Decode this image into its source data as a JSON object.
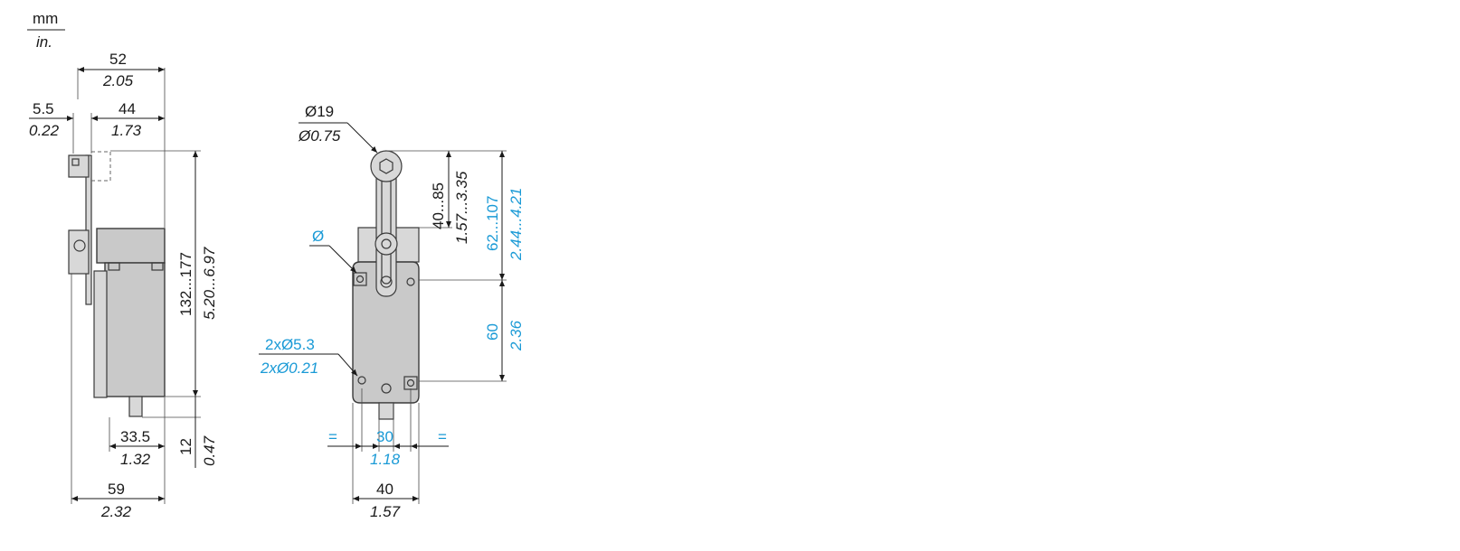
{
  "units": {
    "primary": "mm",
    "secondary": "in."
  },
  "side_view": {
    "width_total": {
      "mm": "52",
      "in": "2.05"
    },
    "lever_offset": {
      "mm": "5.5",
      "in": "0.22"
    },
    "head_width": {
      "mm": "44",
      "in": "1.73"
    },
    "height_range": {
      "mm": "132...177",
      "in": "5.20...6.97"
    },
    "plunger_height": {
      "mm": "12",
      "in": "0.47"
    },
    "plunger_offset": {
      "mm": "33.5",
      "in": "1.32"
    },
    "base_width": {
      "mm": "59",
      "in": "2.32"
    }
  },
  "front_view": {
    "roller_diameter": {
      "mm": "Ø19",
      "in": "Ø0.75"
    },
    "lever_length": {
      "mm": "40...85",
      "in": "1.57...3.35"
    },
    "adjust_range": {
      "mm": "62...107",
      "in": "2.44...4.21"
    },
    "diameter_symbol": "Ø",
    "mount_holes": {
      "mm": "2xØ5.3",
      "in": "2xØ0.21"
    },
    "body_height": {
      "mm": "60",
      "in": "2.36"
    },
    "equal_left": "=",
    "equal_right": "=",
    "hole_spacing": {
      "mm": "30",
      "in": "1.18"
    },
    "body_width": {
      "mm": "40",
      "in": "1.57"
    }
  }
}
